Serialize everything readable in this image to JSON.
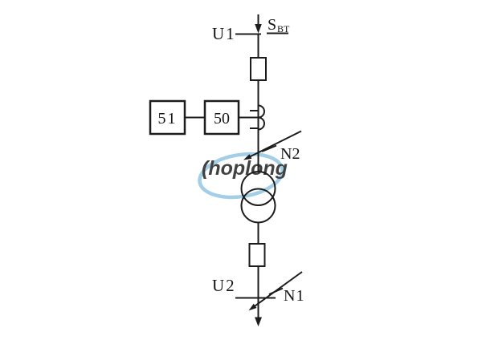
{
  "diagram": {
    "labels": {
      "bus_upper": "U1",
      "bus_lower": "U2",
      "source_main": "S",
      "source_sub": "BT",
      "fault_upper": "N2",
      "fault_lower": "N1"
    },
    "relays": [
      {
        "label": "51"
      },
      {
        "label": "50"
      }
    ],
    "colors": {
      "line": "#1c1c1c"
    }
  },
  "watermark": {
    "text": "(hoplong",
    "text_color": "#4e9fd0",
    "swoosh_color": "#8cc3e2"
  }
}
